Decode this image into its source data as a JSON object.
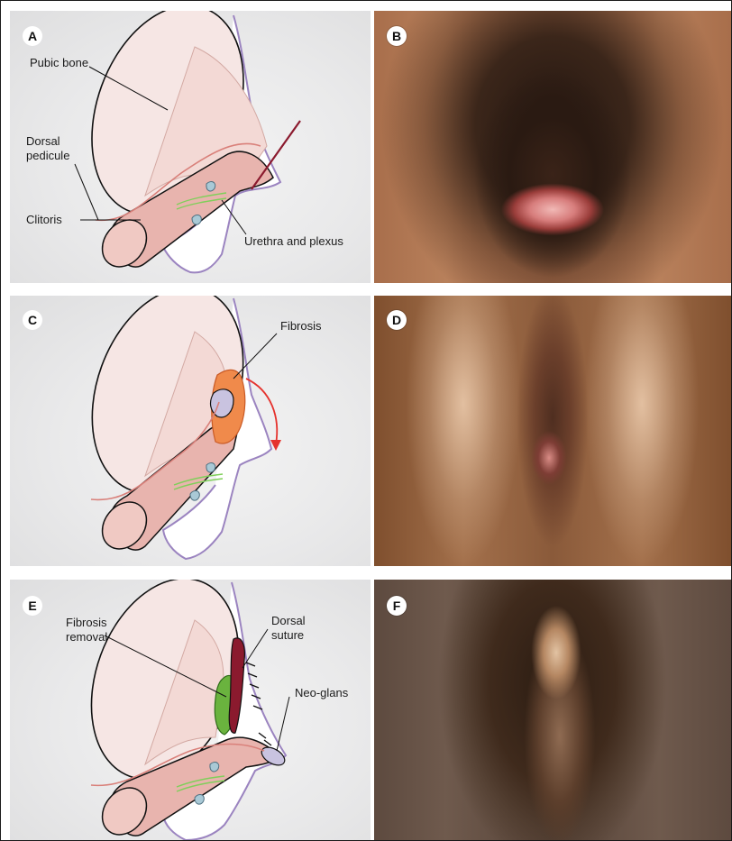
{
  "figure": {
    "panels": [
      {
        "letter": "A",
        "labels": {
          "pubic_bone": "Pubic bone",
          "dorsal_pedicule_1": "Dorsal",
          "dorsal_pedicule_2": "pedicule",
          "clitoris": "Clitoris",
          "urethra": "Urethra and plexus"
        }
      },
      {
        "letter": "B"
      },
      {
        "letter": "C",
        "labels": {
          "fibrosis": "Fibrosis"
        }
      },
      {
        "letter": "D"
      },
      {
        "letter": "E",
        "labels": {
          "fibrosis_removal_1": "Fibrosis",
          "fibrosis_removal_2": "removal",
          "dorsal_suture_1": "Dorsal",
          "dorsal_suture_2": "suture",
          "neo_glans": "Neo-glans"
        }
      },
      {
        "letter": "F"
      }
    ]
  },
  "colors": {
    "bone_fill": "#f6e6e4",
    "clitoris_fill": "#e8b4ae",
    "vulva_outline": "#9b84c0",
    "incision": "#8b1a2e",
    "fibrosis": "#f08a4b",
    "fibrosis_removal": "#6ab33e",
    "neo_glans": "#c9c3e0",
    "arrow": "#e5322d"
  },
  "icons": [
    "panel-letter-badge",
    "incision-line",
    "curved-arrow",
    "suture-marks"
  ]
}
